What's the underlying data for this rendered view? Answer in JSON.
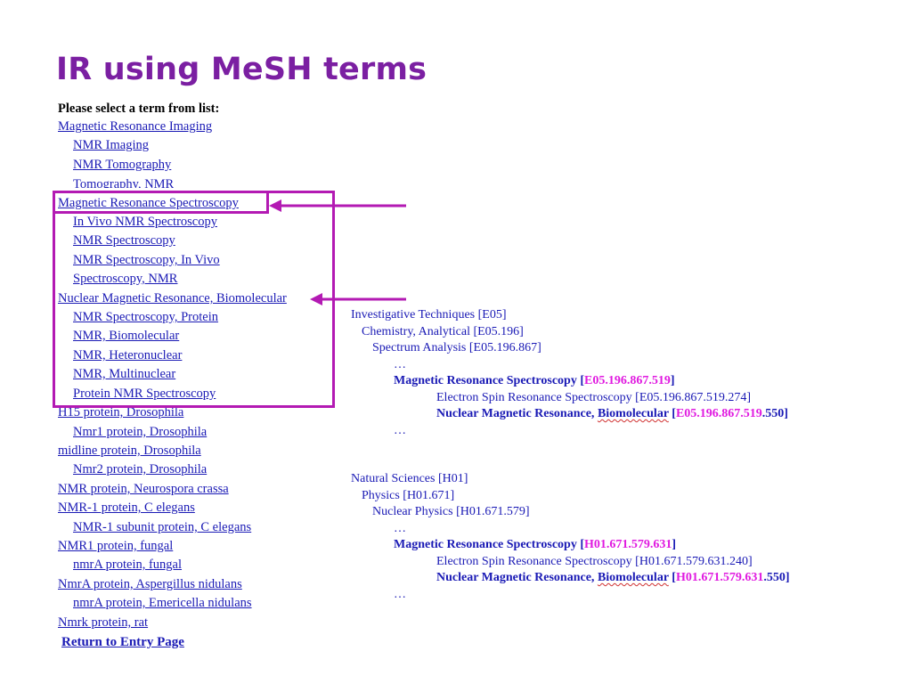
{
  "title": "IR using MeSH terms",
  "prompt": "Please select a term from list:",
  "terms": [
    "Magnetic Resonance Imaging",
    "NMR Imaging",
    "NMR Tomography",
    "Tomography, NMR",
    "Magnetic Resonance Spectroscopy",
    "In Vivo NMR Spectroscopy",
    "NMR Spectroscopy",
    "NMR Spectroscopy, In Vivo",
    "Spectroscopy, NMR",
    "Nuclear Magnetic Resonance, Biomolecular",
    "NMR Spectroscopy, Protein",
    "NMR, Biomolecular",
    "NMR, Heteronuclear",
    "NMR, Multinuclear",
    "Protein NMR Spectroscopy",
    "H15 protein, Drosophila",
    "Nmr1 protein, Drosophila",
    "midline protein, Drosophila",
    "Nmr2 protein, Drosophila",
    "NMR protein, Neurospora crassa",
    "NMR-1 protein, C elegans",
    "NMR-1 subunit protein, C elegans",
    "NMR1 protein, fungal",
    "nmrA protein, fungal",
    "NmrA protein, Aspergillus nidulans",
    "nmrA protein, Emericella nidulans",
    "Nmrk protein, rat"
  ],
  "return_link": "Return to Entry Page",
  "tree_e": {
    "l0": "Investigative Techniques [E05]",
    "l1": "Chemistry, Analytical [E05.196]",
    "l2": "Spectrum Analysis [E05.196.867]",
    "ell1": "…",
    "mrs_name": "Magnetic Resonance Spectroscopy",
    "mrs_open": "[",
    "mrs_code": "E05.196.867.519",
    "mrs_close": "]",
    "esr": "Electron Spin Resonance Spectroscopy [E05.196.867.519.274]",
    "nmr_name_a": "Nuclear Magnetic Resonance, ",
    "nmr_name_b": "Biomolecular",
    "nmr_open": " [",
    "nmr_code": "E05.196.867.519",
    "nmr_tail": ".550]",
    "ell2": "…"
  },
  "tree_h": {
    "l0": "Natural Sciences [H01]",
    "l1": "Physics [H01.671]",
    "l2": "Nuclear Physics [H01.671.579]",
    "ell1": "…",
    "mrs_name": "Magnetic Resonance Spectroscopy",
    "mrs_open": "[",
    "mrs_code": "H01.671.579.631",
    "mrs_close": "]",
    "esr": "Electron Spin Resonance Spectroscopy [H01.671.579.631.240]",
    "nmr_name_a": "Nuclear Magnetic Resonance, ",
    "nmr_name_b": "Biomolecular",
    "nmr_open": " [",
    "nmr_code": "H01.671.579.631",
    "nmr_tail": ".550]",
    "ell2": "…"
  },
  "colors": {
    "title": "#7b1fa2",
    "link": "#1a1ab5",
    "highlight": "#b31ab3",
    "code": "#e01ae0"
  }
}
